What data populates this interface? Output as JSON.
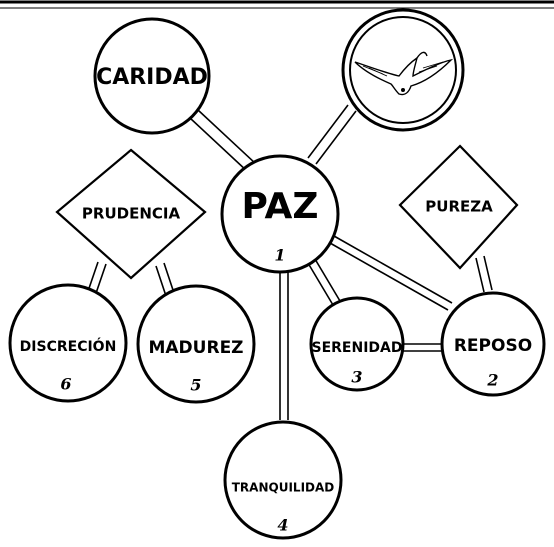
{
  "colors": {
    "ink": "#000000",
    "paper": "#ffffff"
  },
  "nodes": {
    "caridad": {
      "label": "CARIDAD"
    },
    "dove": {
      "icon": "dove-icon"
    },
    "prudencia": {
      "label": "PRUDENCIA"
    },
    "paz": {
      "label": "PAZ",
      "number": "1"
    },
    "pureza": {
      "label": "PUREZA"
    },
    "discrecion": {
      "label": "DISCRECIÓN",
      "number": "6"
    },
    "madurez": {
      "label": "MADUREZ",
      "number": "5"
    },
    "serenidad": {
      "label": "SERENIDAD",
      "number": "3"
    },
    "reposo": {
      "label": "REPOSO",
      "number": "2"
    },
    "tranquilidad": {
      "label": "TRANQUILIDAD",
      "number": "4"
    }
  }
}
